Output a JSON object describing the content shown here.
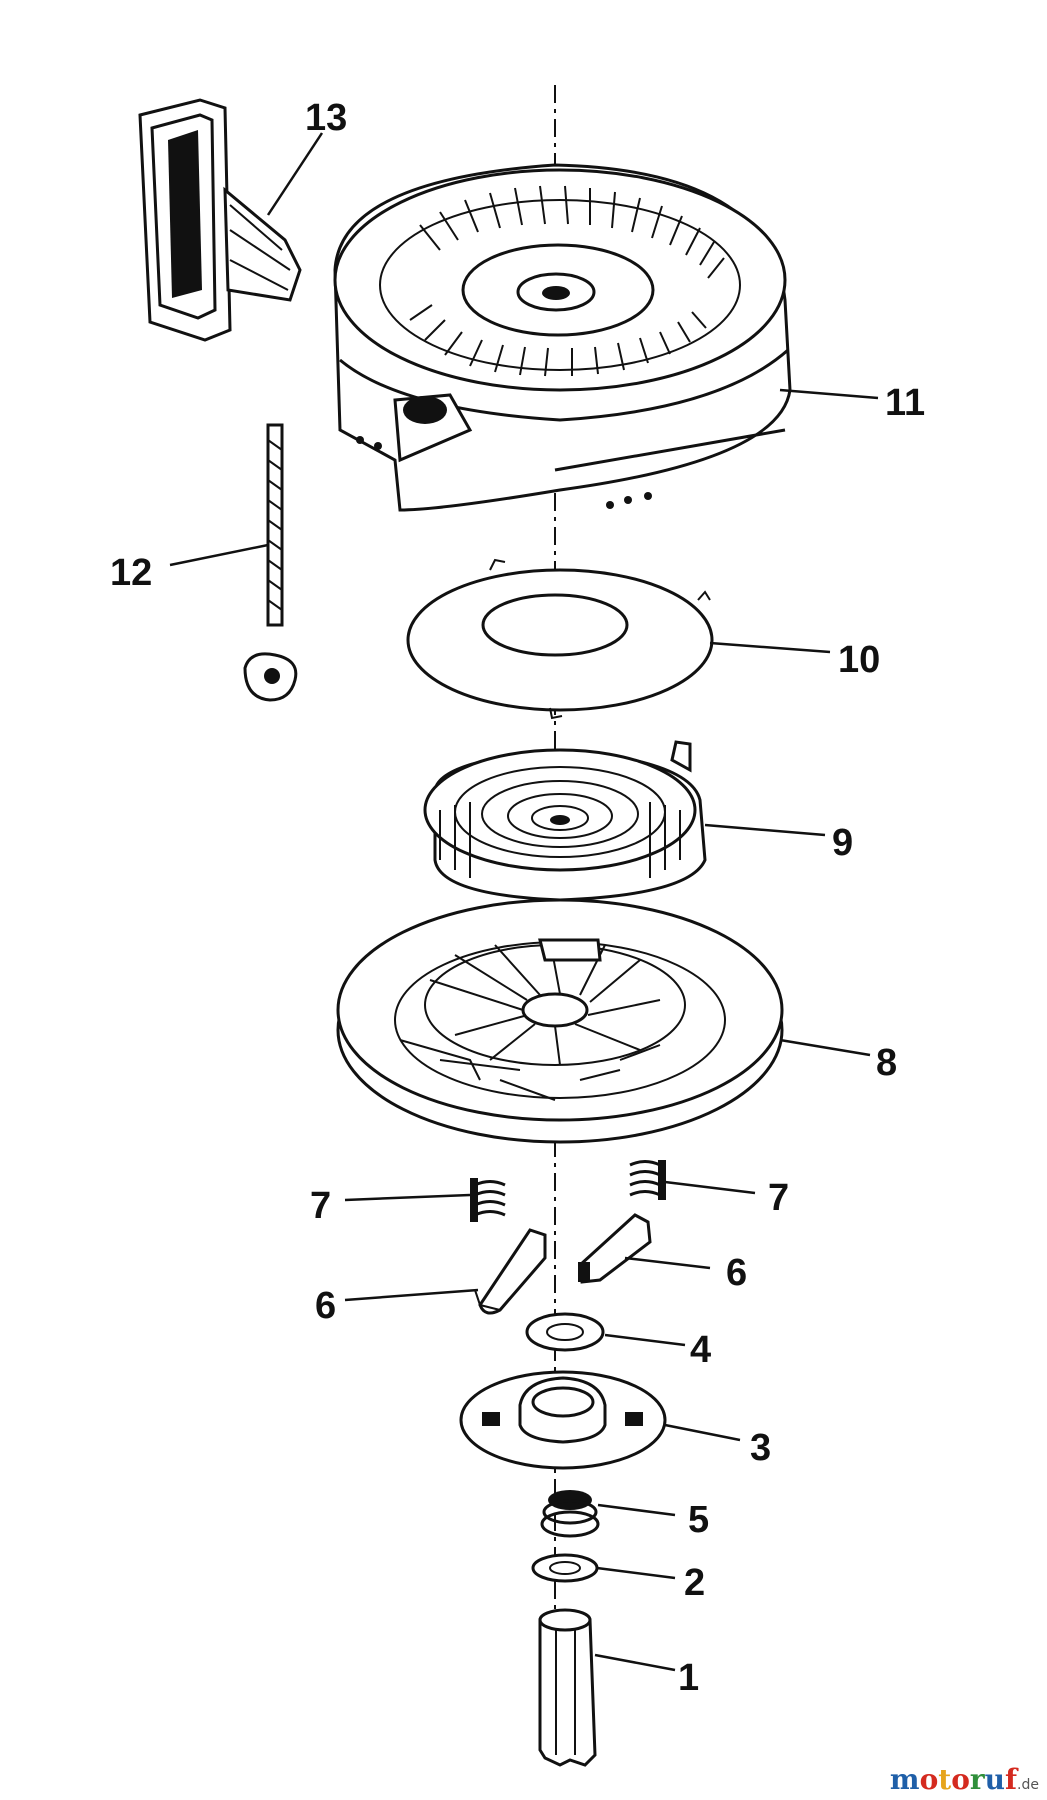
{
  "callouts": {
    "c1": "1",
    "c2": "2",
    "c3": "3",
    "c4": "4",
    "c5": "5",
    "c6a": "6",
    "c6b": "6",
    "c7a": "7",
    "c7b": "7",
    "c8": "8",
    "c9": "9",
    "c10": "10",
    "c11": "11",
    "c12": "12",
    "c13": "13"
  },
  "watermark": {
    "brand": "motoruf",
    "suffix": ".de"
  },
  "colors": {
    "ink": "#111111",
    "paper": "#ffffff",
    "wm_m": "#1f5fa8",
    "wm_o": "#d42a1f",
    "wm_t": "#e6a41c",
    "wm_r": "#2f8f3a"
  }
}
